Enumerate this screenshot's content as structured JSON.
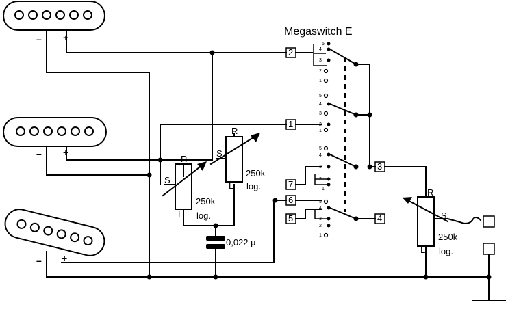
{
  "switch": {
    "title": "Megaswitch E",
    "boxes": [
      "2",
      "1",
      "3",
      "7",
      "6",
      "5",
      "4"
    ]
  },
  "pickups": {
    "polarity_neg": "–",
    "polarity_pos": "+"
  },
  "pot_tone1": {
    "r": "R",
    "s": "S",
    "l": "L",
    "value": "250k",
    "taper": "log."
  },
  "pot_tone2": {
    "r": "R",
    "s": "S",
    "l": "L",
    "value": "250k",
    "taper": "log."
  },
  "pot_volume": {
    "r": "R",
    "s": "S",
    "l": "L",
    "value": "250k",
    "taper": "log."
  },
  "capacitor": {
    "value": "0,022 µ"
  },
  "pins": {
    "w1": [
      "5",
      "4",
      "3",
      "2",
      "1"
    ],
    "w2": [
      "5",
      "4",
      "3",
      "2",
      "1"
    ],
    "w3": [
      "5",
      "4",
      "3",
      "2",
      "1"
    ],
    "w4": [
      "5",
      "4",
      "3",
      "2",
      "1"
    ]
  }
}
